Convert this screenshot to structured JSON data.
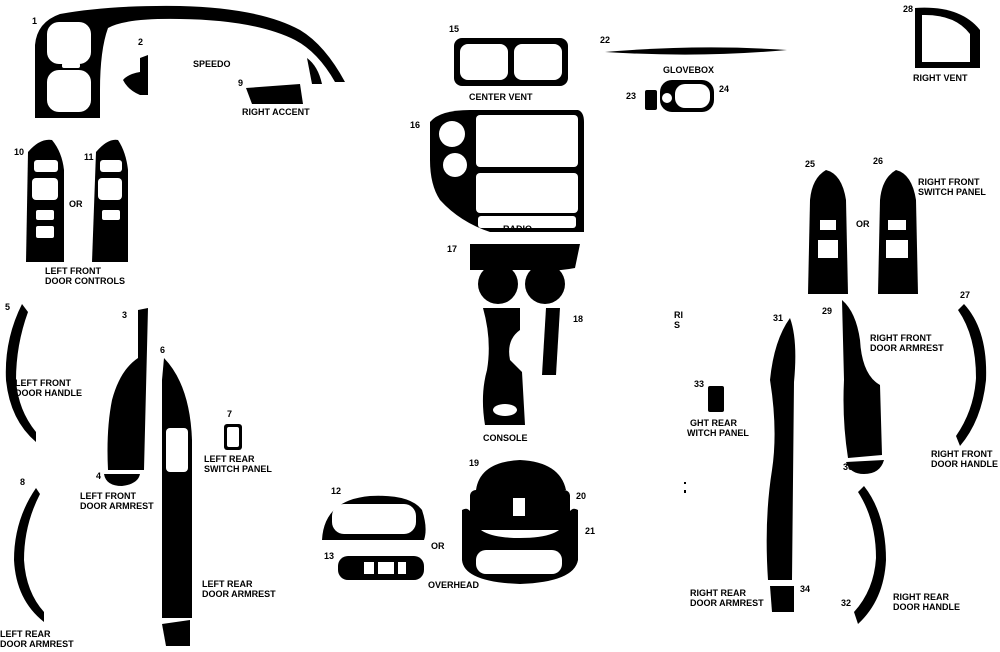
{
  "numbers": {
    "n1": "1",
    "n2": "2",
    "n3": "3",
    "n4": "4",
    "n5": "5",
    "n6": "6",
    "n7": "7",
    "n8": "8",
    "n9": "9",
    "n10": "10",
    "n11": "11",
    "n12": "12",
    "n13": "13",
    "n15": "15",
    "n16": "16",
    "n17": "17",
    "n18": "18",
    "n19": "19",
    "n20": "20",
    "n21": "21",
    "n22": "22",
    "n23": "23",
    "n24": "24",
    "n25": "25",
    "n26": "26",
    "n27": "27",
    "n28": "28",
    "n29": "29",
    "n30": "30",
    "n31": "31",
    "n32": "32",
    "n33": "33",
    "n34": "34"
  },
  "labels": {
    "speedo": "SPEEDO",
    "right_accent": "RIGHT ACCENT",
    "center_vent": "CENTER VENT",
    "glovebox": "GLOVEBOX",
    "right_vent": "RIGHT VENT",
    "or_doors_front": "OR",
    "left_front_door_controls_1": "LEFT FRONT",
    "left_front_door_controls_2": "DOOR CONTROLS",
    "radio": "RADIO",
    "or_right_switch": "OR",
    "right_front_switch_panel_1": "RIGHT FRONT",
    "right_front_switch_panel_2": "SWITCH PANEL",
    "left_front_door_handle_1": "LEFT FRONT",
    "left_front_door_handle_2": "DOOR HANDLE",
    "left_front_door_armrest_1": "LEFT FRONT",
    "left_front_door_armrest_2": "DOOR ARMREST",
    "left_rear_switch_panel_1": "LEFT REAR",
    "left_rear_switch_panel_2": "SWITCH PANEL",
    "left_rear_door_armrest_1": "LEFT REAR",
    "left_rear_door_armrest_2": "DOOR ARMREST",
    "left_rear_armrest_bottom_1": "LEFT REAR",
    "left_rear_armrest_bottom_2": "DOOR ARMREST",
    "console": "CONSOLE",
    "overhead": "OVERHEAD",
    "or_overhead": "OR",
    "ri_s_1": "RI",
    "ri_s_2": "S",
    "right_rear_switch_panel_1": "GHT REAR",
    "right_rear_switch_panel_2": "WITCH PANEL",
    "right_front_door_armrest_1": "RIGHT FRONT",
    "right_front_door_armrest_2": "DOOR ARMREST",
    "right_front_door_handle_1": "RIGHT FRONT",
    "right_front_door_handle_2": "DOOR HANDLE",
    "right_rear_door_armrest_1": "RIGHT REAR",
    "right_rear_door_armrest_2": "DOOR ARMREST",
    "right_rear_door_handle_1": "RIGHT REAR",
    "right_rear_door_handle_2": "DOOR HANDLE"
  },
  "colors": {
    "trim": "#000000",
    "background": "#ffffff"
  }
}
